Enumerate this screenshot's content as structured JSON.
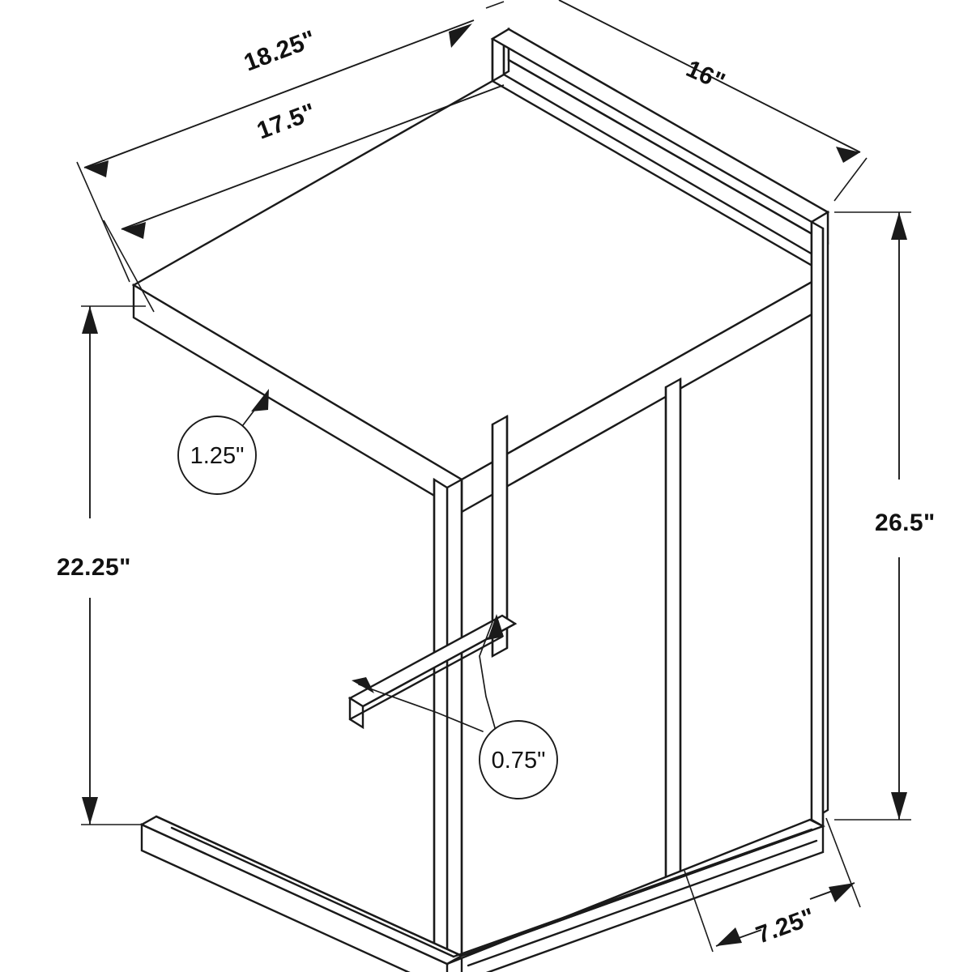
{
  "drawing": {
    "type": "isometric-dimensioned-furniture-drawing",
    "subject": "C-shaped accent side table",
    "background_color": "#ffffff",
    "line_color": "#1a1a1a",
    "unit_symbol": "\""
  },
  "dimensions": {
    "top_depth": {
      "id": "dim-18-25",
      "label": "18.25\"",
      "value": 18.25,
      "unit": "in",
      "describes": "overall tabletop depth along back-left edge",
      "orientation": "diagonal-upper-left"
    },
    "top_depth_inner": {
      "id": "dim-17-5",
      "label": "17.5\"",
      "value": 17.5,
      "unit": "in",
      "describes": "tabletop surface depth inset",
      "orientation": "diagonal-upper-left"
    },
    "top_width": {
      "id": "dim-16",
      "label": "16\"",
      "value": 16,
      "unit": "in",
      "describes": "tabletop width along back-right edge",
      "orientation": "diagonal-upper-right"
    },
    "clearance_height": {
      "id": "dim-22-25",
      "label": "22.25\"",
      "value": 22.25,
      "unit": "in",
      "describes": "vertical clearance under tabletop to base",
      "orientation": "vertical-left"
    },
    "overall_height": {
      "id": "dim-26-5",
      "label": "26.5\"",
      "value": 26.5,
      "unit": "in",
      "describes": "overall table height",
      "orientation": "vertical-right"
    },
    "base_depth": {
      "id": "dim-7-25",
      "label": "7.25\"",
      "value": 7.25,
      "unit": "in",
      "describes": "base rail leg depth at floor",
      "orientation": "diagonal-lower-right"
    }
  },
  "callouts": [
    {
      "id": "callout-1-25",
      "label": "1.25\"",
      "value": 1.25,
      "unit": "in",
      "describes": "tabletop slab thickness",
      "leader_count": 1
    },
    {
      "id": "callout-0-75",
      "label": "0.75\"",
      "value": 0.75,
      "unit": "in",
      "describes": "metal frame tube width",
      "leader_count": 2
    }
  ]
}
